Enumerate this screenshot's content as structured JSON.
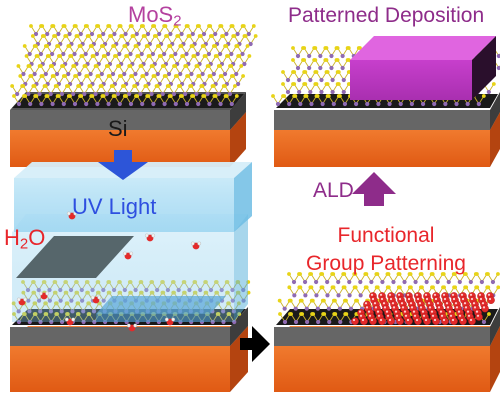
{
  "labels": {
    "mos2_main": "MoS",
    "mos2_sub": "2",
    "si": "Si",
    "uv_light": "UV Light",
    "h2o_h": "H",
    "h2o_sub": "2",
    "h2o_o": "O",
    "patterned_deposition": "Patterned Deposition",
    "ald": "ALD",
    "functional_group_line1": "Functional",
    "functional_group_line2": "Group Patterning"
  },
  "colors": {
    "mos2_label": "#b4419f",
    "uv_label": "#2e4fe0",
    "h2o_label": "#e8262b",
    "purple_text": "#8e2c8a",
    "red_text": "#e8262b",
    "silicon": "#e5601a",
    "oxide_layer": "#6b6b6b",
    "sulfur_atoms": "#e8d417",
    "molybdenum_atoms": "#8f6ab3",
    "deposited_block": "#c23fc9",
    "uv_chamber": "#9fd6f0",
    "arrow_blue": "#2d55d8",
    "arrow_purple": "#8e2c8a",
    "arrow_black": "#000000",
    "oxygen_atoms": "#e32a2a"
  }
}
